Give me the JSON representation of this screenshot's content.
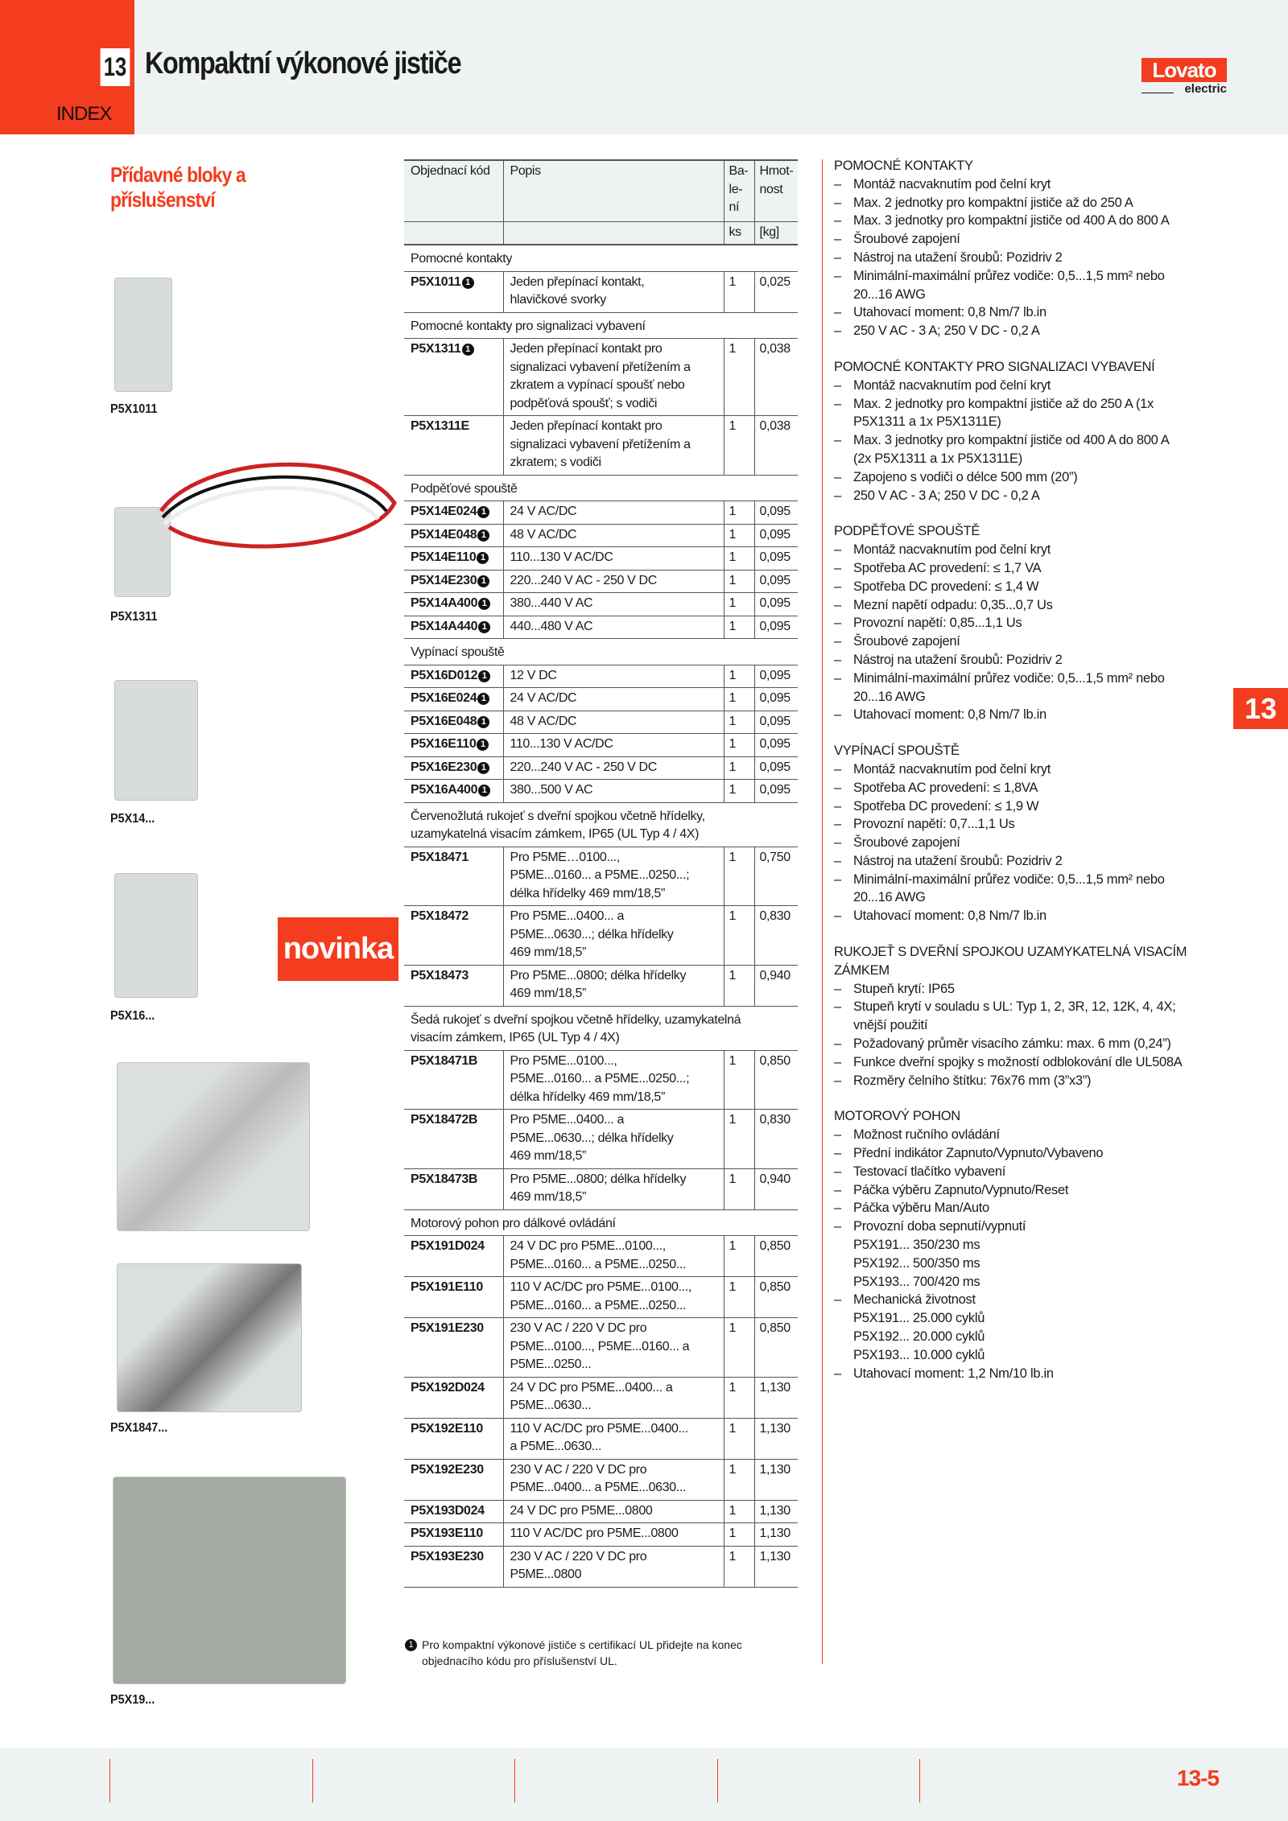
{
  "header": {
    "chapter": "13",
    "title": "Kompaktní výkonové jističe",
    "index_link": "INDEX",
    "logo_text": "Lovato",
    "logo_sub": "electric"
  },
  "section_title": "Přídavné bloky a příslušenství",
  "badge": "novinka",
  "product_labels": [
    "P5X1011",
    "P5X1311",
    "P5X14...",
    "P5X16...",
    "P5X1847...",
    "P5X19..."
  ],
  "table": {
    "headers": {
      "code": "Objednací kód",
      "desc": "Popis",
      "pack": "Ba-\nle-\nní",
      "weight": "Hmot-\nnost",
      "pack_unit": "ks",
      "weight_unit": "[kg]"
    },
    "groups": [
      {
        "title": "Pomocné kontakty",
        "rows": [
          {
            "code": "P5X1011",
            "note": true,
            "desc": "Jeden přepínací kontakt,\nhlavičkové svorky",
            "qty": "1",
            "weight": "0,025"
          }
        ]
      },
      {
        "title": "Pomocné kontakty pro signalizaci vybavení",
        "rows": [
          {
            "code": "P5X1311",
            "note": true,
            "desc": "Jeden přepínací kontakt pro\nsignalizaci vybavení přetížením a\nzkratem a vypínací spoušť nebo\npodpěťová spoušť; s vodiči",
            "qty": "1",
            "weight": "0,038"
          },
          {
            "code": "P5X1311E",
            "note": false,
            "desc": "Jeden přepínací kontakt pro\nsignalizaci vybavení přetížením a\nzkratem; s vodiči",
            "qty": "1",
            "weight": "0,038"
          }
        ]
      },
      {
        "title": "Podpěťové spouště",
        "rows": [
          {
            "code": "P5X14E024",
            "note": true,
            "desc": "24 V AC/DC",
            "qty": "1",
            "weight": "0,095"
          },
          {
            "code": "P5X14E048",
            "note": true,
            "desc": "48 V AC/DC",
            "qty": "1",
            "weight": "0,095"
          },
          {
            "code": "P5X14E110",
            "note": true,
            "desc": "110...130 V AC/DC",
            "qty": "1",
            "weight": "0,095"
          },
          {
            "code": "P5X14E230",
            "note": true,
            "desc": "220...240 V AC - 250 V DC",
            "qty": "1",
            "weight": "0,095"
          },
          {
            "code": "P5X14A400",
            "note": true,
            "desc": "380...440 V AC",
            "qty": "1",
            "weight": "0,095"
          },
          {
            "code": "P5X14A440",
            "note": true,
            "desc": "440...480 V AC",
            "qty": "1",
            "weight": "0,095"
          }
        ]
      },
      {
        "title": "Vypínací spouště",
        "rows": [
          {
            "code": "P5X16D012",
            "note": true,
            "desc": "12 V DC",
            "qty": "1",
            "weight": "0,095"
          },
          {
            "code": "P5X16E024",
            "note": true,
            "desc": "24 V AC/DC",
            "qty": "1",
            "weight": "0,095"
          },
          {
            "code": "P5X16E048",
            "note": true,
            "desc": "48 V AC/DC",
            "qty": "1",
            "weight": "0,095"
          },
          {
            "code": "P5X16E110",
            "note": true,
            "desc": "110...130 V AC/DC",
            "qty": "1",
            "weight": "0,095"
          },
          {
            "code": "P5X16E230",
            "note": true,
            "desc": "220...240 V AC - 250 V DC",
            "qty": "1",
            "weight": "0,095"
          },
          {
            "code": "P5X16A400",
            "note": true,
            "desc": "380...500 V AC",
            "qty": "1",
            "weight": "0,095"
          }
        ]
      },
      {
        "title": "Červenožlutá rukojeť s dveřní spojkou včetně hřídelky,\nuzamykatelná visacím zámkem, IP65 (UL Typ 4 / 4X)",
        "rows": [
          {
            "code": "P5X18471",
            "note": false,
            "desc": "Pro P5ME…0100...,\nP5ME...0160... a P5ME...0250...;\ndélka hřídelky 469 mm/18,5”",
            "qty": "1",
            "weight": "0,750"
          },
          {
            "code": "P5X18472",
            "note": false,
            "desc": "Pro P5ME...0400... a\nP5ME...0630...; délka hřídelky\n469 mm/18,5”",
            "qty": "1",
            "weight": "0,830"
          },
          {
            "code": "P5X18473",
            "note": false,
            "desc": "Pro P5ME...0800; délka hřídelky\n469 mm/18,5”",
            "qty": "1",
            "weight": "0,940"
          }
        ]
      },
      {
        "title": "Šedá rukojeť s dveřní spojkou včetně hřídelky, uzamykatelná\nvisacím zámkem, IP65 (UL Typ 4 / 4X)",
        "rows": [
          {
            "code": "P5X18471B",
            "note": false,
            "desc": "Pro P5ME...0100...,\nP5ME...0160... a P5ME...0250...;\ndélka hřídelky 469 mm/18,5”",
            "qty": "1",
            "weight": "0,850"
          },
          {
            "code": "P5X18472B",
            "note": false,
            "desc": "Pro P5ME...0400... a\nP5ME...0630...; délka hřídelky\n469 mm/18,5”",
            "qty": "1",
            "weight": "0,830"
          },
          {
            "code": "P5X18473B",
            "note": false,
            "desc": "Pro P5ME...0800; délka hřídelky\n469 mm/18,5”",
            "qty": "1",
            "weight": "0,940"
          }
        ]
      },
      {
        "title": "Motorový pohon pro dálkové ovládání",
        "rows": [
          {
            "code": "P5X191D024",
            "note": false,
            "desc": "24 V DC pro P5ME...0100...,\nP5ME...0160... a P5ME...0250...",
            "qty": "1",
            "weight": "0,850"
          },
          {
            "code": "P5X191E110",
            "note": false,
            "desc": "110 V AC/DC pro P5ME...0100...,\nP5ME...0160... a P5ME...0250...",
            "qty": "1",
            "weight": "0,850"
          },
          {
            "code": "P5X191E230",
            "note": false,
            "desc": "230 V AC / 220 V DC pro\nP5ME...0100..., P5ME...0160... a\nP5ME...0250...",
            "qty": "1",
            "weight": "0,850"
          },
          {
            "code": "P5X192D024",
            "note": false,
            "desc": "24 V DC pro P5ME...0400... a\nP5ME...0630...",
            "qty": "1",
            "weight": "1,130"
          },
          {
            "code": "P5X192E110",
            "note": false,
            "desc": "110 V AC/DC pro P5ME...0400...\na P5ME...0630...",
            "qty": "1",
            "weight": "1,130"
          },
          {
            "code": "P5X192E230",
            "note": false,
            "desc": "230 V AC / 220 V DC pro\nP5ME...0400... a P5ME...0630...",
            "qty": "1",
            "weight": "1,130"
          },
          {
            "code": "P5X193D024",
            "note": false,
            "desc": "24 V DC pro P5ME...0800",
            "qty": "1",
            "weight": "1,130"
          },
          {
            "code": "P5X193E110",
            "note": false,
            "desc": "110 V AC/DC pro P5ME...0800",
            "qty": "1",
            "weight": "1,130"
          },
          {
            "code": "P5X193E230",
            "note": false,
            "desc": "230 V AC / 220 V DC pro\nP5ME...0800",
            "qty": "1",
            "weight": "1,130"
          }
        ]
      }
    ],
    "note_marker": "1",
    "footnote": "Pro kompaktní výkonové jističe s certifikací UL přidejte na konec objednacího kódu pro příslušenství UL."
  },
  "specs": [
    {
      "title": "POMOCNÉ KONTAKTY",
      "items": [
        "Montáž nacvaknutím pod čelní kryt",
        "Max. 2 jednotky pro kompaktní jističe až do 250 A",
        "Max. 3 jednotky pro kompaktní jističe od 400 A do 800 A",
        "Šroubové zapojení",
        "Nástroj na utažení šroubů: Pozidriv 2",
        "Minimální-maximální průřez vodiče: 0,5...1,5 mm² nebo\n20...16 AWG",
        "Utahovací moment: 0,8 Nm/7 lb.in",
        "250 V AC - 3 A; 250 V DC - 0,2 A"
      ]
    },
    {
      "title": "POMOCNÉ KONTAKTY PRO SIGNALIZACI VYBAVENÍ",
      "items": [
        "Montáž nacvaknutím pod čelní kryt",
        "Max. 2 jednotky pro kompaktní jističe až do 250 A (1x\nP5X1311 a 1x P5X1311E)",
        "Max. 3 jednotky pro kompaktní jističe od 400 A do 800 A\n(2x P5X1311 a 1x P5X1311E)",
        "Zapojeno s vodiči o délce 500 mm (20”)",
        "250 V AC - 3 A; 250 V DC - 0,2 A"
      ]
    },
    {
      "title": "PODPĚŤOVÉ SPOUŠTĚ",
      "items": [
        "Montáž nacvaknutím pod čelní kryt",
        "Spotřeba AC provedení: ≤ 1,7 VA",
        "Spotřeba DC provedení: ≤ 1,4 W",
        "Mezní napětí odpadu: 0,35...0,7 Us",
        "Provozní napětí: 0,85...1,1 Us",
        "Šroubové zapojení",
        "Nástroj na utažení šroubů: Pozidriv 2",
        "Minimální-maximální průřez vodiče: 0,5...1,5 mm² nebo\n20...16 AWG",
        "Utahovací moment: 0,8 Nm/7 lb.in"
      ]
    },
    {
      "title": "VYPÍNACÍ SPOUŠTĚ",
      "items": [
        "Montáž nacvaknutím pod čelní kryt",
        "Spotřeba AC provedení: ≤ 1,8VA",
        "Spotřeba DC provedení: ≤ 1,9 W",
        "Provozní napětí: 0,7...1,1 Us",
        "Šroubové zapojení",
        "Nástroj na utažení šroubů: Pozidriv 2",
        "Minimální-maximální průřez vodiče: 0,5...1,5 mm² nebo\n20...16 AWG",
        "Utahovací moment: 0,8 Nm/7 lb.in"
      ]
    },
    {
      "title": "RUKOJEŤ S DVEŘNÍ SPOJKOU UZAMYKATELNÁ VISACÍM\nZÁMKEM",
      "items": [
        "Stupeň krytí: IP65",
        "Stupeň krytí v souladu s UL: Typ 1, 2, 3R, 12, 12K, 4, 4X;\nvnější použití",
        "Požadovaný průměr visacího zámku: max. 6 mm (0,24”)",
        "Funkce dveřní spojky s možností odblokování dle UL508A",
        "Rozměry čelního štítku: 76x76 mm (3”x3”)"
      ]
    },
    {
      "title": "MOTOROVÝ POHON",
      "items": [
        "Možnost ručního ovládání",
        "Přední indikátor Zapnuto/Vypnuto/Vybaveno",
        "Testovací tlačítko vybavení",
        "Páčka výběru Zapnuto/Vypnuto/Reset",
        "Páčka výběru Man/Auto",
        "Provozní doba sepnutí/vypnutí\nP5X191... 350/230 ms\nP5X192... 500/350 ms\nP5X193... 700/420 ms",
        "Mechanická životnost\nP5X191... 25.000 cyklů\nP5X192... 20.000 cyklů\nP5X193... 10.000 cyklů",
        "Utahovací moment: 1,2 Nm/10 lb.in"
      ]
    }
  ],
  "side_tab": "13",
  "page_number": "13-5"
}
